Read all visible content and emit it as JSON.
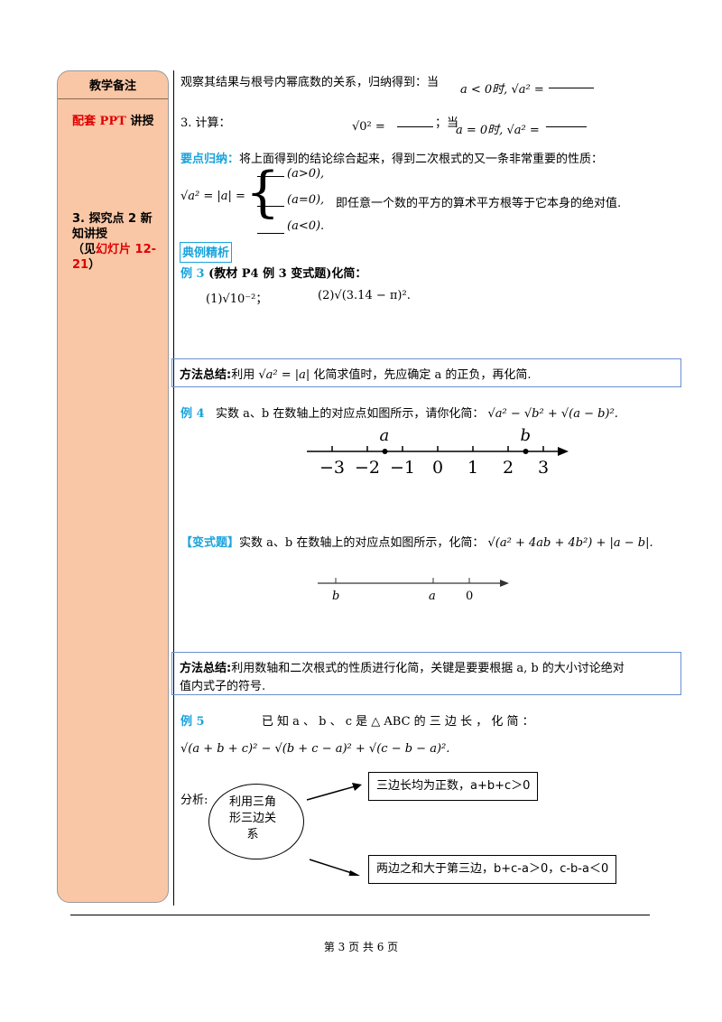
{
  "sidebar": {
    "header": "教学备注",
    "ppt_prefix": "配套",
    "ppt_mid": "PPT",
    "ppt_suffix": "讲授",
    "step_text": "3. 探究点 2 新知讲授",
    "step_paren_open": "（见",
    "step_slides": "幻灯片 12-21",
    "step_paren_close": "）"
  },
  "content": {
    "line1": "观察其结果与根号内幂底数的关系，归纳得到：当",
    "line1_cond": "a < 0时, √a² =",
    "line2_label": "3. 计算：",
    "line2_a": "√0² =",
    "line2_b": "；当",
    "line2_cond": "a = 0时, √a² =",
    "key_label": "要点归纳：",
    "key_text": "将上面得到的结论综合起来，得到二次根式的又一条非常重要的性质：",
    "prop_lhs": "√a² = |a| =",
    "case1": "(a>0),",
    "case2": "(a=0),",
    "case3": "(a<0).",
    "prop_tail": "即任意一个数的平方的算术平方根等于它本身的绝对值.",
    "section_title": "典例精析",
    "ex3_label": "例 3",
    "ex3_text": "(教材 P4 例 3 变式题)化简：",
    "ex3_q1": "(1)√10⁻²；",
    "ex3_q2": "(2)√(3.14 − π)².",
    "method1_label": "方法总结:",
    "method1_pre": "利用",
    "method1_formula": "√a² = |a|",
    "method1_post": "化简求值时，先应确定 a 的正负，再化简.",
    "ex4_label": "例 4",
    "ex4_text": "实数 a、b 在数轴上的对应点如图所示，请你化简：",
    "ex4_formula": "√a² − √b² + √(a − b)².",
    "numline1": {
      "ticks": [
        "−3",
        "−2",
        "−1",
        "0",
        "1",
        "2",
        "3"
      ],
      "point_a": "a",
      "point_b": "b",
      "a_value": -1.5,
      "b_value": 2.5
    },
    "var_label": "【变式题】",
    "var_text": "实数 a、b 在数轴上的对应点如图所示，化简：",
    "var_formula": "√(a² + 4ab + 4b²) + |a − b|.",
    "numline2": {
      "label_b": "b",
      "label_a": "a",
      "label_0": "0"
    },
    "method2_label": "方法总结:",
    "method2_text1": "利用数轴和二次根式的性质进行化简，关键是要要根据 a, b 的大小讨论绝对",
    "method2_text2": "值内式子的符号.",
    "ex5_label": "例 5",
    "ex5_text": "已 知 a 、 b 、 c 是 △ ABC 的 三 边 长 ， 化 简 ：",
    "ex5_formula": "√(a + b + c)² − √(b + c − a)² + √(c − b − a)².",
    "analysis_label": "分析:",
    "ellipse_text": "利用三角形三边关系",
    "box1_text": "三边长均为正数，a+b+c＞0",
    "box2_text": "两边之和大于第三边，b+c-a＞0，c-b-a＜0"
  },
  "footer": {
    "page": "第 3 页 共 6 页"
  }
}
